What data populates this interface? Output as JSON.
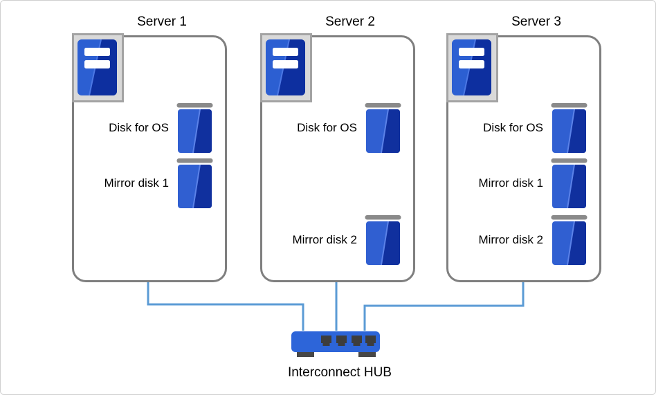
{
  "servers": [
    {
      "title": "Server 1",
      "disks": [
        {
          "label": "Disk for OS"
        },
        {
          "label": "Mirror disk 1"
        }
      ]
    },
    {
      "title": "Server 2",
      "disks": [
        {
          "label": "Disk for OS"
        },
        {
          "label": "Mirror disk 2"
        }
      ]
    },
    {
      "title": "Server 3",
      "disks": [
        {
          "label": "Disk for OS"
        },
        {
          "label": "Mirror disk 1"
        },
        {
          "label": "Mirror disk 2"
        }
      ]
    }
  ],
  "hub": {
    "label": "Interconnect HUB"
  },
  "colors": {
    "server_border_gray": "#7f7f7f",
    "disk_blue_light": "#305fd1",
    "disk_blue_dark": "#10309e",
    "disk_cap_gray": "#8a8a8a",
    "tower_icon_bg": "#d9d9d9",
    "tower_icon_border": "#a3a3a3",
    "hub_blue": "#2d65d9",
    "hub_port_dark": "#3d3d3d",
    "connector_blue": "#5b9bd5",
    "text": "#000000"
  }
}
